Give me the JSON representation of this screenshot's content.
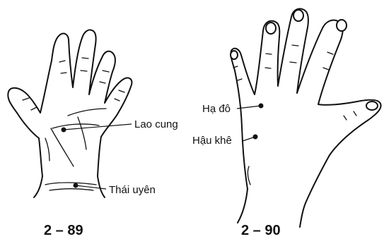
{
  "figure_left": {
    "number": "2 – 89",
    "points": [
      {
        "label": "Lao cung"
      },
      {
        "label": "Thái uyên"
      }
    ]
  },
  "figure_right": {
    "number": "2 – 90",
    "points": [
      {
        "label": "Hạ đô"
      },
      {
        "label": "Hậu khê"
      }
    ]
  },
  "colors": {
    "ink": "#111111",
    "background": "#ffffff"
  }
}
